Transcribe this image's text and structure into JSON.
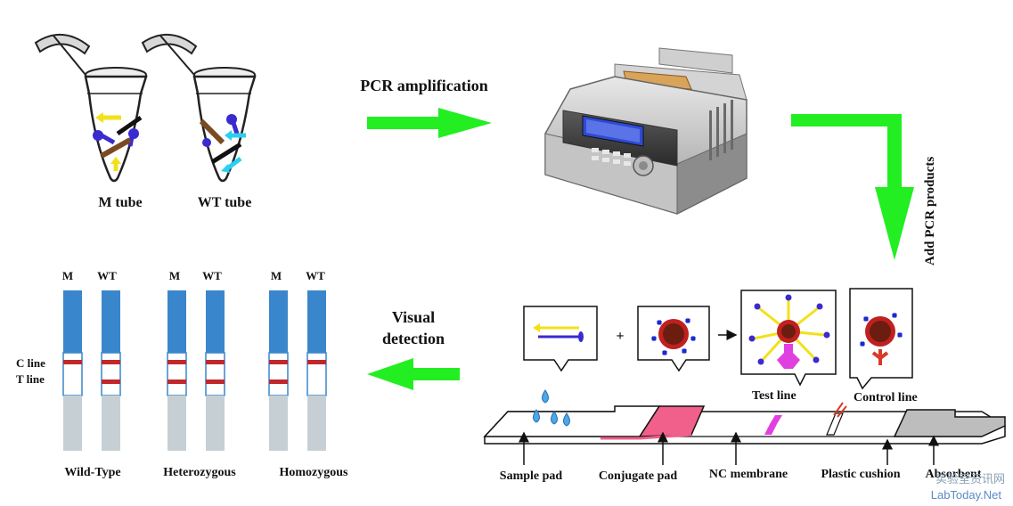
{
  "pcr": {
    "label": "PCR amplification"
  },
  "tubes": {
    "m_label": "M tube",
    "wt_label": "WT tube"
  },
  "add": {
    "label": "Add PCR products"
  },
  "visual": {
    "line1": "Visual",
    "line2": "detection"
  },
  "strips": {
    "m": "M",
    "wt": "WT",
    "c_line": "C line",
    "t_line": "T line",
    "groups": [
      {
        "name": "Wild-Type"
      },
      {
        "name": "Heterozygous"
      },
      {
        "name": "Homozygous"
      }
    ]
  },
  "lfa": {
    "plus": "+",
    "test_line": "Test line",
    "control_line": "Control line",
    "parts": [
      "Sample pad",
      "Conjugate pad",
      "NC membrane",
      "Plastic cushion",
      "Absorbent"
    ]
  },
  "watermark": {
    "cn": "实验室资讯网",
    "en": "LabToday.Net"
  },
  "colors": {
    "arrow_green": "#22ee22",
    "strip_blue": "#3a86cc",
    "strip_gray": "#c6d0d4",
    "line_red": "#c0282b",
    "conj_pink": "#f0608a",
    "absorbent_gray": "#bdbdbd",
    "test_magenta": "#e040e0",
    "particle_brown": "#6b1e10"
  }
}
